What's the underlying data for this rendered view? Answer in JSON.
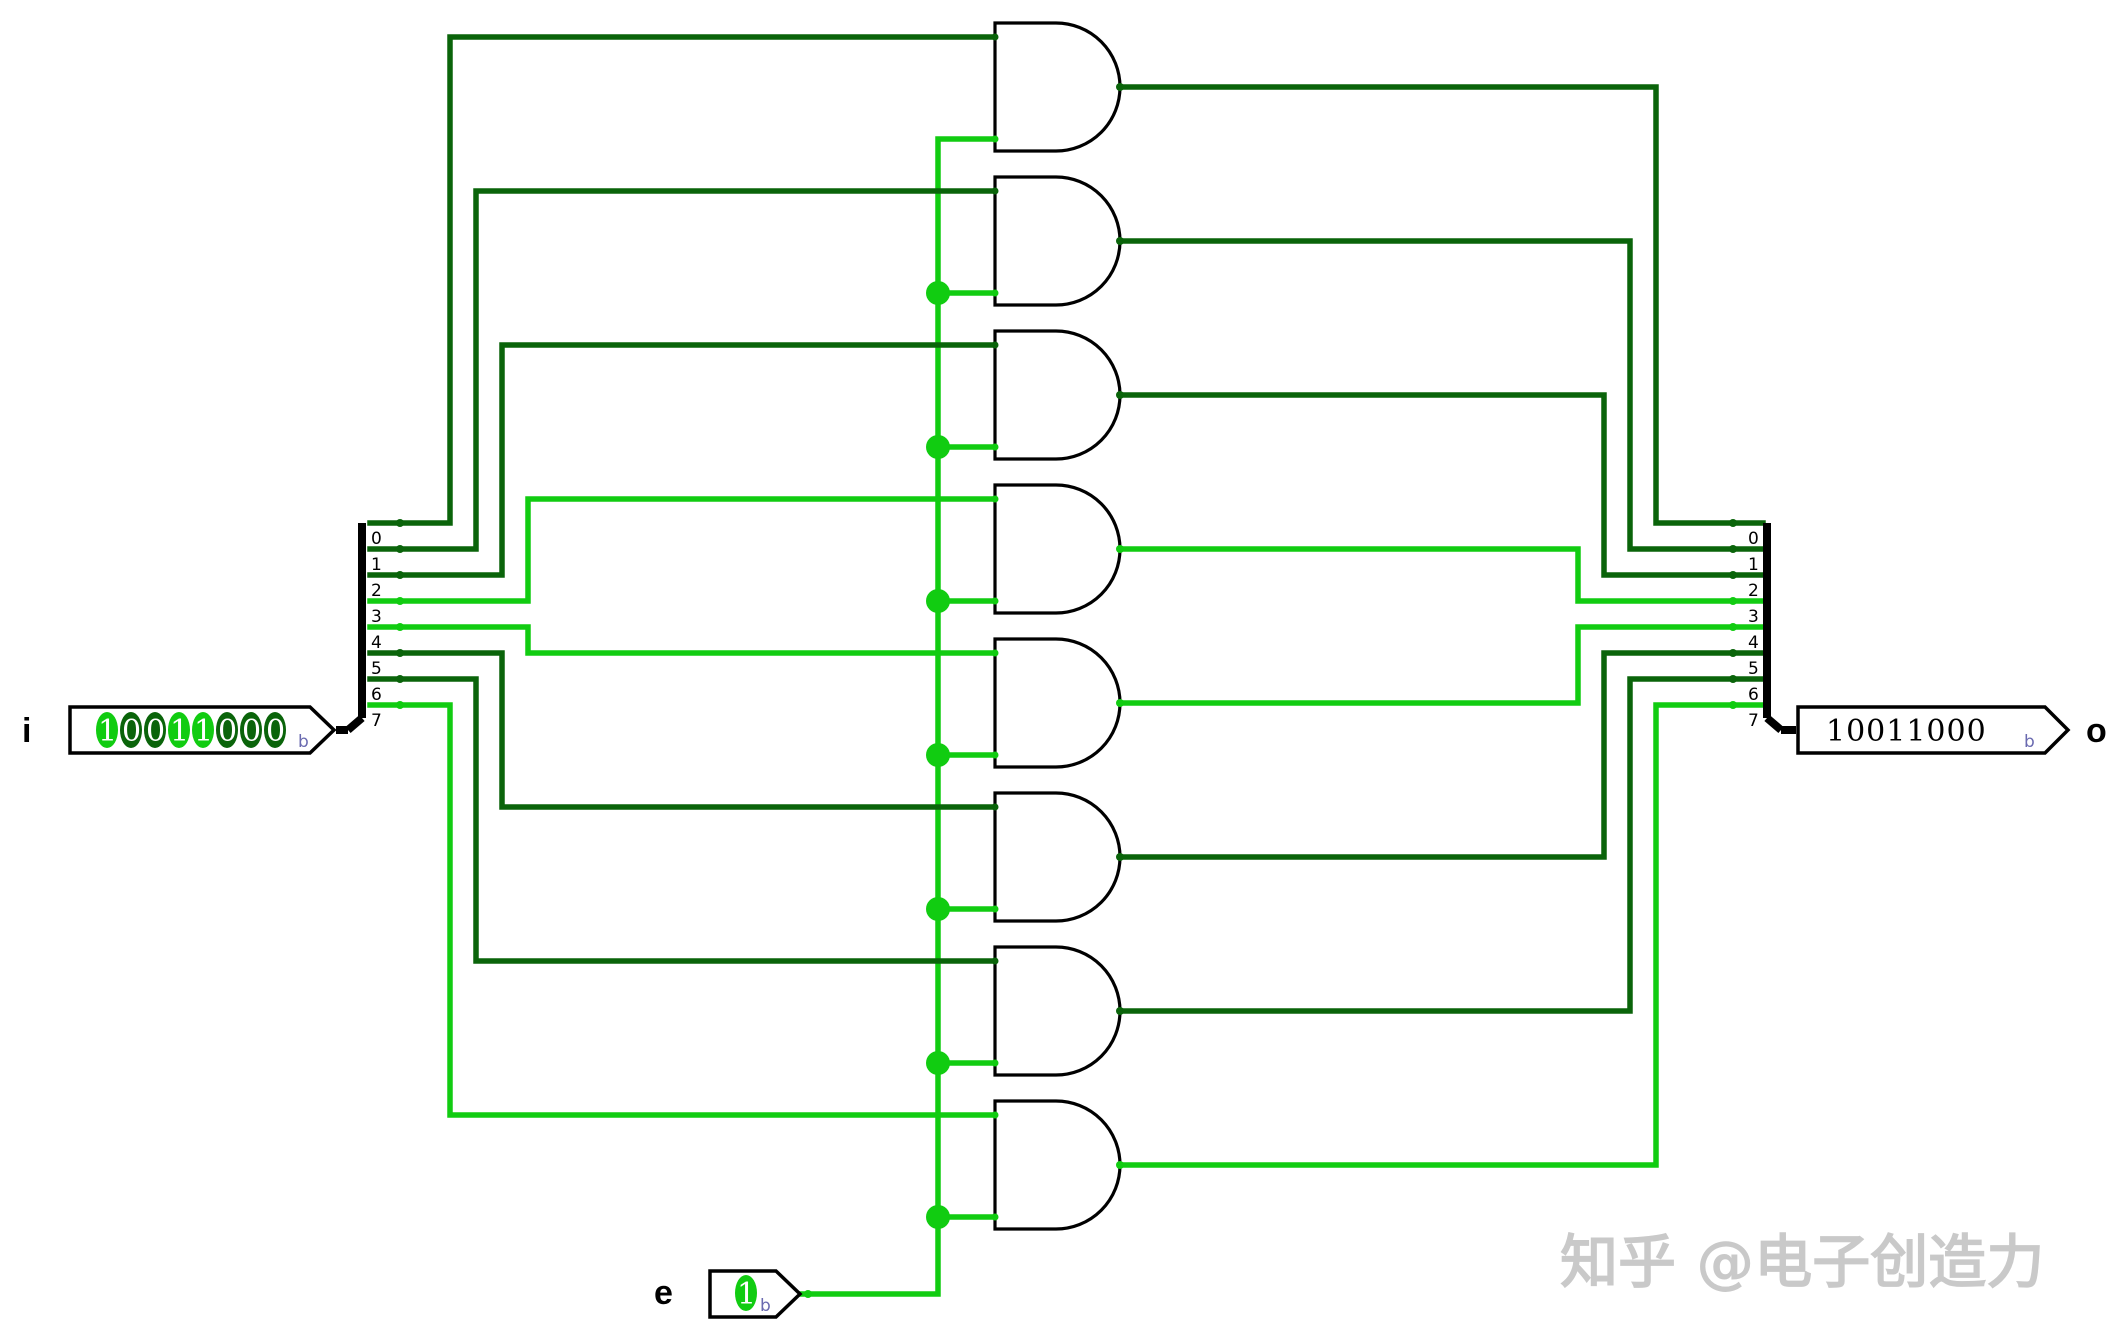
{
  "colors": {
    "wire_high": "#11cc11",
    "wire_low": "#0a640a",
    "wire_black": "#000000",
    "gate_stroke": "#000000"
  },
  "inputs": {
    "i": {
      "name": "i",
      "bits": [
        "1",
        "0",
        "0",
        "1",
        "1",
        "0",
        "0",
        "0"
      ],
      "suffix": "b"
    },
    "e": {
      "name": "e",
      "bits": [
        "1"
      ],
      "suffix": "b"
    }
  },
  "output": {
    "name": "o",
    "value": "10011000",
    "suffix": "b"
  },
  "splitter_left": {
    "pins": [
      "0",
      "1",
      "2",
      "3",
      "4",
      "5",
      "6",
      "7"
    ]
  },
  "splitter_right": {
    "pins": [
      "0",
      "1",
      "2",
      "3",
      "4",
      "5",
      "6",
      "7"
    ]
  },
  "and_gates": [
    {
      "index": 0,
      "a": 0,
      "out": 0
    },
    {
      "index": 1,
      "a": 0,
      "out": 0
    },
    {
      "index": 2,
      "a": 0,
      "out": 0
    },
    {
      "index": 3,
      "a": 1,
      "out": 1
    },
    {
      "index": 4,
      "a": 1,
      "out": 1
    },
    {
      "index": 5,
      "a": 0,
      "out": 0
    },
    {
      "index": 6,
      "a": 0,
      "out": 0
    },
    {
      "index": 7,
      "a": 1,
      "out": 1
    }
  ],
  "watermark": "知乎 @电子创造力"
}
